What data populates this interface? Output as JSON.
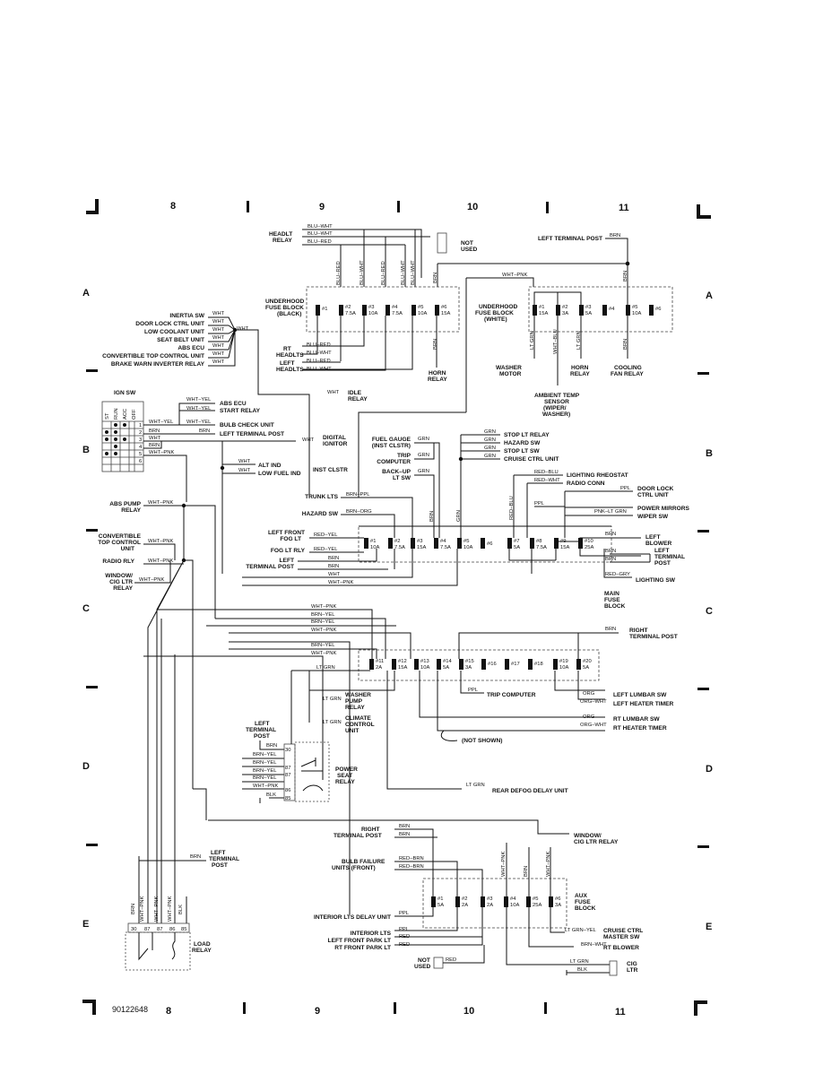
{
  "columns": {
    "top": [
      "8",
      "9",
      "10",
      "11"
    ],
    "bottom": [
      "8",
      "9",
      "10",
      "11"
    ]
  },
  "rows": [
    "A",
    "B",
    "C",
    "D",
    "E"
  ],
  "figure_id": "90122648",
  "headlt_relay": {
    "name": [
      "HEADLT",
      "RELAY"
    ],
    "wires": [
      "BLU–WHT",
      "BLU–WHT",
      "BLU–RED"
    ]
  },
  "not_used_top": [
    "NOT",
    "USED"
  ],
  "left_terminal_post_top": {
    "label": "LEFT TERMINAL POST",
    "wire": "BRN"
  },
  "wht_pnk_top": "WHT–PNK",
  "black_block": {
    "name": [
      "UNDERHOOD",
      "FUSE BLOCK",
      "(BLACK)"
    ],
    "verticals": [
      "BLU–RED",
      "BLU–WHT",
      "BLU–RED",
      "BLU–WHT",
      "BLU–WHT",
      "BRN"
    ],
    "fuses": [
      {
        "n": "#1",
        "a": ""
      },
      {
        "n": "#2",
        "a": "7.5A"
      },
      {
        "n": "#3",
        "a": "10A"
      },
      {
        "n": "#4",
        "a": "7.5A"
      },
      {
        "n": "#5",
        "a": "10A"
      },
      {
        "n": "#6",
        "a": "15A"
      }
    ],
    "below_wire": "BRN"
  },
  "white_block": {
    "name": [
      "UNDERHOOD",
      "FUSE BLOCK",
      "(WHITE)"
    ],
    "verticals": [
      "BRN"
    ],
    "fuses": [
      {
        "n": "#1",
        "a": "15A"
      },
      {
        "n": "#2",
        "a": "3A"
      },
      {
        "n": "#3",
        "a": "5A"
      },
      {
        "n": "#4",
        "a": ""
      },
      {
        "n": "#5",
        "a": "10A"
      },
      {
        "n": "#6",
        "a": ""
      }
    ],
    "below_wires": [
      "LT GRN",
      "WHT–BLU",
      "LT GRN",
      "BRN"
    ],
    "loads": {
      "washer_motor": [
        "WASHER",
        "MOTOR"
      ],
      "horn_relay": [
        "HORN",
        "RELAY"
      ],
      "cooling_fan": [
        "COOLING",
        "FAN RELAY"
      ],
      "ambient": [
        "AMBIENT TEMP",
        "SENSOR",
        "(WIPER/",
        "WASHER)"
      ]
    }
  },
  "left_inputs": {
    "items": [
      "INERTIA SW",
      "DOOR LOCK CTRL UNIT",
      "LOW COOLANT UNIT",
      "SEAT BELT UNIT",
      "ABS ECU",
      "CONVERTIBLE TOP CONTROL UNIT",
      "BRAKE WARN INVERTER RELAY"
    ],
    "wire": "WHT",
    "joined": "WHT"
  },
  "rt_headlts": {
    "name": [
      "RT",
      "HEADLTS"
    ],
    "wires": [
      "BLU–RED",
      "BLU–WHT"
    ]
  },
  "left_headlts": {
    "name": [
      "LEFT",
      "HEADLTS"
    ],
    "wires": [
      "BLU–RED",
      "BLU–WHT"
    ]
  },
  "horn_relay_mid": [
    "HORN",
    "RELAY"
  ],
  "idle_relay": {
    "wire": "WHT",
    "name": [
      "IDLE",
      "RELAY"
    ]
  },
  "ign_sw": {
    "title": "IGN SW",
    "positions": [
      "ST",
      "RUN",
      "ACC",
      "OFF"
    ],
    "terms": [
      "1",
      "2",
      "3",
      "4",
      "5",
      "6"
    ],
    "wires": [
      "BRN",
      "WHT",
      "BRN",
      "WHT–PNK"
    ],
    "outputs": [
      {
        "wire": "WHT–YEL",
        "dest": "ABS ECU"
      },
      {
        "wire": "WHT–YEL",
        "dest": "START RELAY"
      },
      {
        "wire": "WHT–YEL",
        "dest": "BULB CHECK UNIT"
      },
      {
        "wire": "BRN",
        "dest": "LEFT TERMINAL POST"
      }
    ],
    "digital_ignitor": {
      "wire": "WHT",
      "dest": [
        "DIGITAL",
        "IGNITOR"
      ]
    }
  },
  "inst_clstr": {
    "wires": [
      "WHT",
      "WHT"
    ],
    "items": [
      "ALT IND",
      "LOW FUEL IND"
    ],
    "name": "INST CLSTR"
  },
  "stop_group": {
    "inputs": [
      {
        "name": [
          "FUEL GAUGE",
          "(INST CLSTR)"
        ],
        "wire": "GRN"
      },
      {
        "name": [
          "TRIP",
          "COMPUTER"
        ],
        "wire": "GRN"
      },
      {
        "name": [
          "BACK–UP",
          "LT SW"
        ],
        "wire": "GRN"
      }
    ],
    "outputs": [
      {
        "wire": "GRN",
        "dest": "STOP LT RELAY"
      },
      {
        "wire": "GRN",
        "dest": "HAZARD SW"
      },
      {
        "wire": "GRN",
        "dest": "STOP LT SW"
      },
      {
        "wire": "GRN",
        "dest": "CRUISE CTRL UNIT"
      }
    ]
  },
  "right_top": [
    {
      "wire": "RED–BLU",
      "dest": "LIGHTING RHEOSTAT"
    },
    {
      "wire": "RED–WHT",
      "dest": "RADIO CONN"
    },
    {
      "wire": "PPL",
      "dest": [
        "DOOR LOCK",
        "CTRL UNIT"
      ]
    },
    {
      "wire": "PPL",
      "dest": "POWER MIRRORS"
    },
    {
      "wire": "PNK–LT GRN",
      "dest": "WIPER SW"
    }
  ],
  "left_mid": {
    "abs_pump": {
      "name": [
        "ABS PUMP",
        "RELAY"
      ],
      "wire": "WHT–PNK"
    },
    "conv_top": {
      "name": [
        "CONVERTIBLE",
        "TOP CONTROL",
        "UNIT"
      ],
      "wire": "WHT–PNK"
    },
    "radio_rly": {
      "name": [
        "RADIO RLY"
      ],
      "wire": "WHT–PNK"
    },
    "window": {
      "name": [
        "WINDOW/",
        "CIG LTR",
        "RELAY"
      ],
      "wire": "WHT–PNK"
    }
  },
  "main_row1": {
    "inputs": [
      {
        "name": [
          "TRUNK LTS"
        ],
        "wire": "BRN–PPL"
      },
      {
        "name": [
          "HAZARD SW"
        ],
        "wire": "BRN–ORG"
      },
      {
        "name": [
          "LEFT FRONT",
          "FOG LT"
        ],
        "wire": "RED–YEL"
      },
      {
        "name": [
          "FOG LT RLY"
        ],
        "wire": "RED–YEL"
      },
      {
        "name": [
          "LEFT",
          "TERMINAL POST"
        ],
        "wire": "BRN"
      }
    ],
    "extra_wires": [
      "BRN",
      "BRN",
      "WHT",
      "WHT–PNK"
    ],
    "verticals": [
      "BRN",
      "GRN",
      "RED–BLU"
    ],
    "fuses": [
      {
        "n": "#1",
        "a": "10A"
      },
      {
        "n": "#2",
        "a": "7.5A"
      },
      {
        "n": "#3",
        "a": "15A"
      },
      {
        "n": "#4",
        "a": "7.5A"
      },
      {
        "n": "#5",
        "a": "10A"
      },
      {
        "n": "#6",
        "a": ""
      },
      {
        "n": "#7",
        "a": "5A"
      },
      {
        "n": "#8",
        "a": "7.5A"
      },
      {
        "n": "#9",
        "a": "15A"
      },
      {
        "n": "#10",
        "a": "25A"
      }
    ],
    "outputs": [
      {
        "wire": "BRN",
        "dest": [
          "LEFT",
          "BLOWER"
        ]
      },
      {
        "wire": "BRN",
        "dest": [
          "LEFT",
          "TERMINAL",
          "POST"
        ]
      },
      {
        "wire": "RED–GRY",
        "dest": [
          "LIGHTING SW"
        ]
      }
    ],
    "name": [
      "MAIN",
      "FUSE",
      "BLOCK"
    ]
  },
  "main_row2": {
    "wires_in": [
      "WHT–PNK",
      "BRN–YEL",
      "BRN–YEL",
      "WHT–PNK",
      "BRN–YEL",
      "WHT–PNK"
    ],
    "fuses": [
      {
        "n": "#11",
        "a": "2A"
      },
      {
        "n": "#12",
        "a": "15A"
      },
      {
        "n": "#13",
        "a": "10A"
      },
      {
        "n": "#14",
        "a": "5A"
      },
      {
        "n": "#15",
        "a": "3A"
      },
      {
        "n": "#16",
        "a": ""
      },
      {
        "n": "#17",
        "a": ""
      },
      {
        "n": "#18",
        "a": ""
      },
      {
        "n": "#19",
        "a": "10A"
      },
      {
        "n": "#20",
        "a": "5A"
      }
    ],
    "right_terminal": {
      "wire": "BRN",
      "dest": [
        "RIGHT",
        "TERMINAL POST"
      ]
    },
    "lt_grn": "LT GRN",
    "outputs": [
      {
        "wire": "LT GRN",
        "dest": [
          "WASHER",
          "PUMP",
          "RELAY"
        ]
      },
      {
        "wire": "LT GRN",
        "dest": [
          "CLIMATE",
          "CONTROL",
          "UNIT"
        ]
      },
      {
        "wire": "PPL",
        "dest": "TRIP COMPUTER"
      },
      {
        "wire": "ORG",
        "dest": "LEFT LUMBAR SW"
      },
      {
        "wire": "ORG–WHT",
        "dest": "LEFT HEATER TIMER"
      },
      {
        "wire": "ORG",
        "dest": "RT LUMBAR SW"
      },
      {
        "wire": "ORG–WHT",
        "dest": "RT HEATER TIMER"
      }
    ],
    "not_shown": "(NOT SHOWN)",
    "rear_defog": {
      "wire": "LT GRN",
      "dest": "REAR DEFOG DELAY UNIT"
    }
  },
  "power_seat": {
    "post": [
      "LEFT",
      "TERMINAL",
      "POST"
    ],
    "wires": [
      "BRN",
      "BRN–YEL",
      "BRN–YEL",
      "BRN–YEL",
      "BRN–YEL",
      "WHT–PNK",
      "BLK"
    ],
    "pins": [
      "30",
      "87",
      "87",
      "86",
      "85"
    ],
    "name": [
      "POWER",
      "SEAT",
      "RELAY"
    ]
  },
  "right_terminal_low": {
    "name": [
      "RIGHT",
      "TERMINAL POST"
    ],
    "wires": [
      "BRN",
      "BRN"
    ]
  },
  "window_cig_low": {
    "name": [
      "WINDOW/",
      "CIG LTR RELAY"
    ]
  },
  "bulb_failure": {
    "name": [
      "BULB FAILURE",
      "UNITS (FRONT)"
    ],
    "wires": [
      "RED–BRN",
      "RED–BRN"
    ]
  },
  "aux_block": {
    "name": [
      "AUX",
      "FUSE",
      "BLOCK"
    ],
    "verticals": [
      "WHT–PNK",
      "BRN",
      "WHT–PNK"
    ],
    "fuses": [
      {
        "n": "#1",
        "a": "5A"
      },
      {
        "n": "#2",
        "a": "2A"
      },
      {
        "n": "#3",
        "a": "2A"
      },
      {
        "n": "#4",
        "a": "10A"
      },
      {
        "n": "#5",
        "a": "25A"
      },
      {
        "n": "#6",
        "a": "3A"
      }
    ],
    "inputs": [
      {
        "name": "INTERIOR LTS DELAY UNIT",
        "wire": "PPL"
      },
      {
        "name": "INTERIOR LTS",
        "wire": "PPL"
      },
      {
        "name": "LEFT FRONT PARK LT",
        "wire": "RED"
      },
      {
        "name": "RT FRONT PARK LT",
        "wire": "RED"
      }
    ],
    "not_used": {
      "name": [
        "NOT",
        "USED"
      ],
      "wire": "RED"
    },
    "outputs": [
      {
        "wire": "LT GRN–YEL",
        "dest": [
          "CRUISE CTRL",
          "MASTER SW"
        ]
      },
      {
        "wire": "BRN–WHT",
        "dest": [
          "RT BLOWER"
        ]
      }
    ],
    "cig": {
      "wires": [
        "LT GRN",
        "BLK"
      ],
      "dest": [
        "CIG",
        "LTR"
      ]
    }
  },
  "load_relay": {
    "verticals": [
      "BRN",
      "WHT–PNK",
      "WHT–PNK",
      "WHT–PNK",
      "BLK"
    ],
    "pins": [
      "30",
      "87",
      "87",
      "86",
      "85"
    ],
    "post": {
      "wire": "BRN",
      "name": [
        "LEFT",
        "TERMINAL",
        "POST"
      ]
    },
    "name": [
      "LOAD",
      "RELAY"
    ]
  }
}
